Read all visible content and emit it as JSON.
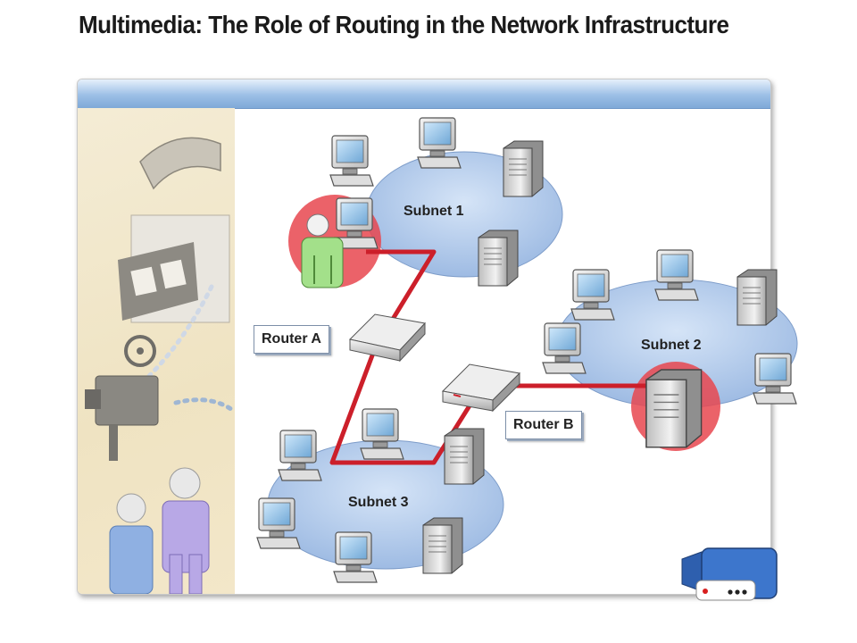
{
  "slide": {
    "title": "Multimedia: The Role of Routing in the Network Infrastructure"
  },
  "diagram": {
    "subnets": [
      {
        "label": "Subnet 1"
      },
      {
        "label": "Subnet 2"
      },
      {
        "label": "Subnet 3"
      }
    ],
    "routers": [
      {
        "label": "Router A"
      },
      {
        "label": "Router B"
      }
    ]
  },
  "colors": {
    "link": "#cc1f2a",
    "subnet_fill": "#b7cfee",
    "highlight": "#e8474f",
    "panel_bar": "#8fb5e0"
  },
  "icons": [
    "desktop-computer-icon",
    "server-icon",
    "router-icon",
    "user-icon",
    "video-camera-icon",
    "film-projector-icon"
  ]
}
